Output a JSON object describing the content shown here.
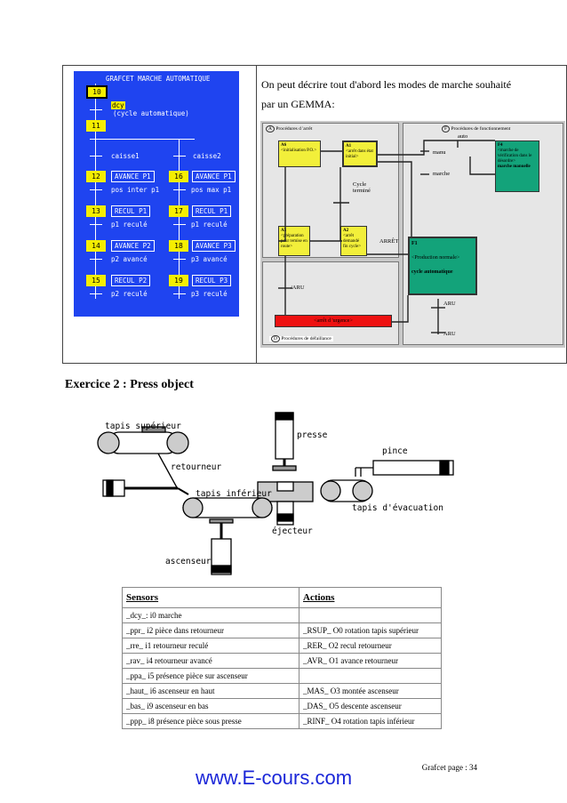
{
  "grafcet": {
    "title": "GRAFCET MARCHE AUTOMATIQUE",
    "step10": "10",
    "transition_dcy": "dcy",
    "transition_text": "(cycle automatique)",
    "step11": "11",
    "left_branch_label": "caisse1",
    "right_branch_label": "caisse2",
    "left": [
      {
        "step": "12",
        "action": "AVANCE P1",
        "trans": "pos inter p1"
      },
      {
        "step": "13",
        "action": "RECUL P1",
        "trans": "p1 reculé"
      },
      {
        "step": "14",
        "action": "AVANCE P2",
        "trans": "p2 avancé"
      },
      {
        "step": "15",
        "action": "RECUL P2",
        "trans": "p2 reculé"
      }
    ],
    "right": [
      {
        "step": "16",
        "action": "AVANCE P1",
        "trans": "pos max p1"
      },
      {
        "step": "17",
        "action": "RECUL P1",
        "trans": "p1 reculé"
      },
      {
        "step": "18",
        "action": "AVANCE P3",
        "trans": "p3 avancé"
      },
      {
        "step": "19",
        "action": "RECUL P3",
        "trans": "p3 reculé"
      }
    ]
  },
  "gemma_text": {
    "line1": "On peut décrire tout d'abord les modes de marche souhaité",
    "line2": "par un GEMMA:"
  },
  "gemma": {
    "zone_a": "Procédures d 'arrêt",
    "zone_f": "Procédures de fonctionnement",
    "zone_d": "Procédures de défaillance",
    "zone_a_letter": "A",
    "zone_f_letter": "F",
    "zone_d_letter": "D",
    "a6": "A6",
    "a6_text": "<initialisation P.O.>",
    "a1": "A1",
    "a1_text": "<arrêt dans état initial>",
    "a5": "A5",
    "a5_text": "<préparation pour remise en route>",
    "a2": "A2",
    "a2_text": "<arrêt demandé fin cycle>",
    "f4": "F4",
    "f4_text": "<marche de vérification dans le désordre>",
    "f4_sub": "marche manuelle",
    "f1": "F1",
    "f1_text": "<Production normale>",
    "f1_sub": "cycle automatique",
    "d1_text": "<arrêt d 'urgence>",
    "auto": "auto",
    "manu": "manu",
    "marche": "marche",
    "cycle_termine": "Cycle terminé",
    "arret": "ARRÊT",
    "aru_not": "/ARU",
    "aru1": "ARU",
    "aru2": "ARU"
  },
  "exercise": {
    "title": "Exercice 2 : Press object"
  },
  "diagram": {
    "tapis_superieur": "tapis supérieur",
    "presse": "presse",
    "retourneur": "retourneur",
    "pince": "pince",
    "tapis_inferieur": "tapis inférieur",
    "tapis_evacuation": "tapis d'évacuation",
    "ejecteur": "éjecteur",
    "ascenseur": "ascenseur"
  },
  "table": {
    "header_sensors": "Sensors",
    "header_actions": "Actions",
    "rows": [
      {
        "sensor": "_dcy_: i0 marche",
        "action": ""
      },
      {
        "sensor": "_ppr_ i2 pièce dans retourneur",
        "action": "_RSUP_ O0 rotation tapis supérieur"
      },
      {
        "sensor": "_rre_ i1 retourneur reculé",
        "action": "_RER_ O2 recul retourneur"
      },
      {
        "sensor": "_rav_ i4 retourneur avancé",
        "action": "_AVR_ O1 avance retourneur"
      },
      {
        "sensor": "_ppa_ i5 présence pièce sur ascenseur",
        "action": ""
      },
      {
        "sensor": "_haut_ i6 ascenseur en haut",
        "action": "_MAS_ O3 montée ascenseur"
      },
      {
        "sensor": "_bas_ i9 ascenseur en bas",
        "action": "_DAS_ O5 descente ascenseur"
      },
      {
        "sensor": "_ppp_ i8 présence pièce sous presse",
        "action": "_RINF_ O4 rotation tapis inférieur"
      }
    ]
  },
  "footer": {
    "page": "Grafcet page : 34",
    "site": "www.E-cours.com"
  }
}
